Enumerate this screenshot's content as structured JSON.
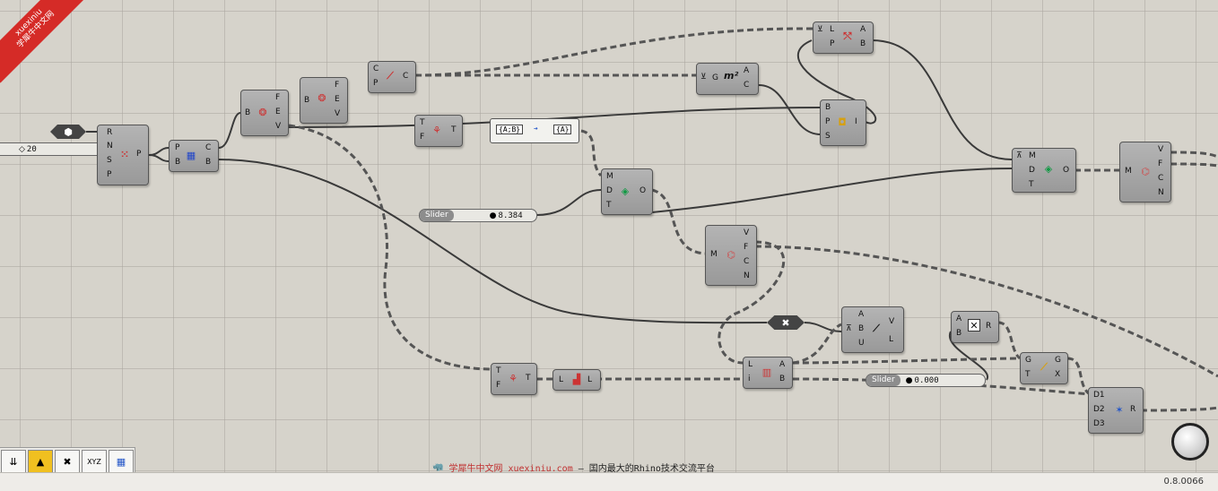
{
  "watermark_ribbon": {
    "line1": "xuexiniu",
    "line2": "学犀牛中文网"
  },
  "watermark_bottom": {
    "site": "学犀牛中文网 xuexiniu.com",
    "tagline": "— 国内最大的Rhino技术交流平台"
  },
  "version": "0.8.0066",
  "number_slider_left": {
    "value": "20"
  },
  "slider_mid": {
    "tag": "Slider",
    "value": "8.384"
  },
  "slider_low": {
    "tag": "Slider",
    "value": "0.000"
  },
  "panel": {
    "left": "{A;B}",
    "right": "{A}"
  },
  "components": {
    "pop": {
      "inputs": [
        "R",
        "N",
        "S",
        "P"
      ],
      "outputs": [
        "P"
      ]
    },
    "voronoi": {
      "inputs": [
        "P",
        "B"
      ],
      "outputs": [
        "C",
        "B"
      ]
    },
    "brep1": {
      "inputs": [
        "B"
      ],
      "outputs": [
        "F",
        "E",
        "V"
      ]
    },
    "brep2": {
      "inputs": [
        "B"
      ],
      "outputs": [
        "F",
        "E",
        "V"
      ]
    },
    "cp": {
      "inputs": [
        "C",
        "P"
      ],
      "outputs": [
        "C"
      ]
    },
    "tree1": {
      "inputs": [
        "T",
        "F"
      ],
      "outputs": [
        "T"
      ]
    },
    "area": {
      "inputs": [
        "G"
      ],
      "outputs": [
        "A",
        "C"
      ],
      "symbol": "m²"
    },
    "lp": {
      "inputs": [
        "L",
        "P"
      ],
      "outputs": [
        "A",
        "B"
      ]
    },
    "bps": {
      "inputs": [
        "B",
        "P",
        "S"
      ],
      "outputs": [
        "I"
      ]
    },
    "mdt1": {
      "inputs": [
        "M",
        "D",
        "T"
      ],
      "outputs": [
        "O"
      ]
    },
    "mdt2": {
      "inputs": [
        "M",
        "D",
        "T"
      ],
      "outputs": [
        "O"
      ]
    },
    "mesh1": {
      "inputs": [
        "M"
      ],
      "outputs": [
        "V",
        "F",
        "C",
        "N"
      ]
    },
    "mesh2": {
      "inputs": [
        "M"
      ],
      "outputs": [
        "V",
        "F",
        "C",
        "N"
      ]
    },
    "abu": {
      "inputs": [
        "A",
        "B",
        "U"
      ],
      "outputs": [
        "V",
        "L"
      ]
    },
    "abr": {
      "inputs": [
        "A",
        "B"
      ],
      "outputs": [
        "R"
      ]
    },
    "tree2": {
      "inputs": [
        "T",
        "F"
      ],
      "outputs": [
        "T"
      ]
    },
    "ll": {
      "inputs": [
        "L"
      ],
      "outputs": [
        "L"
      ]
    },
    "li": {
      "inputs": [
        "L",
        "i"
      ],
      "outputs": [
        "A",
        "B"
      ]
    },
    "gt": {
      "inputs": [
        "G",
        "T"
      ],
      "outputs": [
        "G",
        "X"
      ]
    },
    "d123": {
      "inputs": [
        "D1",
        "D2",
        "D3"
      ],
      "outputs": [
        "R"
      ]
    }
  },
  "toolbar": {
    "items": [
      "bake-icon",
      "graph-icon",
      "clear-icon",
      "xyz-icon",
      "points-icon"
    ],
    "xyz_label": "XYZ"
  }
}
